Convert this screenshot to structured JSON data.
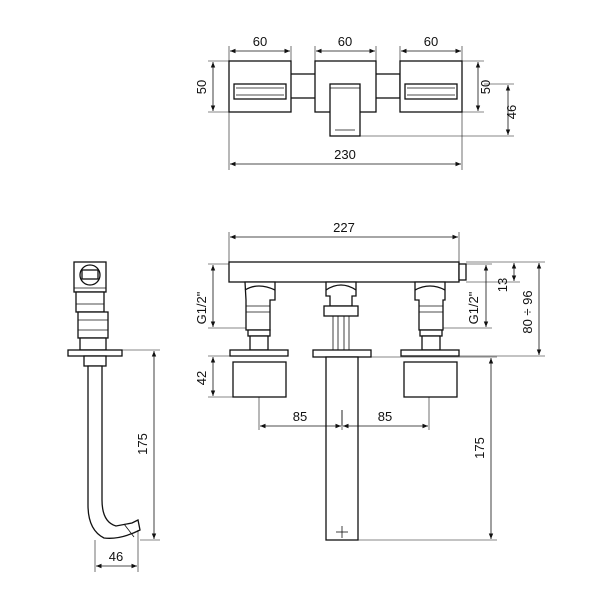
{
  "top_view": {
    "dims": {
      "width_left": "60",
      "width_center": "60",
      "width_right": "60",
      "height_left": "50",
      "height_right": "50",
      "spout_depth": "46",
      "overall_width": "230"
    }
  },
  "front_view": {
    "dims": {
      "overall_width": "227",
      "thread_left": "G1/2\"",
      "thread_right": "G1/2\"",
      "bar_height": "13",
      "adjust_range": "80 ÷ 96",
      "handle_height": "42",
      "spacing_left": "85",
      "spacing_right": "85",
      "spout_drop": "175"
    }
  },
  "side_view": {
    "dims": {
      "spout_drop": "175",
      "spout_reach": "46"
    }
  }
}
